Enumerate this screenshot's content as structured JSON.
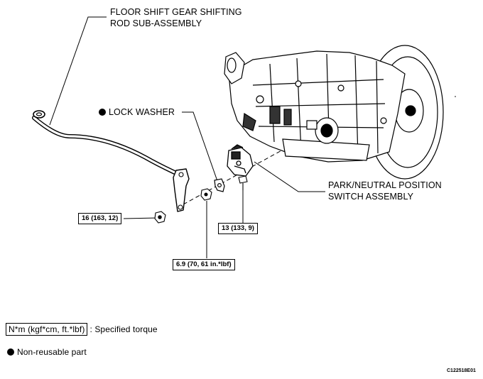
{
  "callouts": {
    "shift_rod": [
      "FLOOR SHIFT GEAR SHIFTING",
      "ROD SUB-ASSEMBLY"
    ],
    "lock_washer": "LOCK WASHER",
    "pnp_switch": [
      "PARK/NEUTRAL POSITION",
      "SWITCH ASSEMBLY"
    ]
  },
  "torques": {
    "nut_left": "16 (163, 12)",
    "bolt_right": "13 (133, 9)",
    "nut_center": "6.9 (70, 61 in.*lbf)"
  },
  "legend": {
    "torque_unit": "N*m (kgf*cm, ft.*lbf)",
    "torque_desc": ": Specified torque",
    "nonreusable": "Non-reusable part"
  },
  "figure_code": "C122518E01"
}
